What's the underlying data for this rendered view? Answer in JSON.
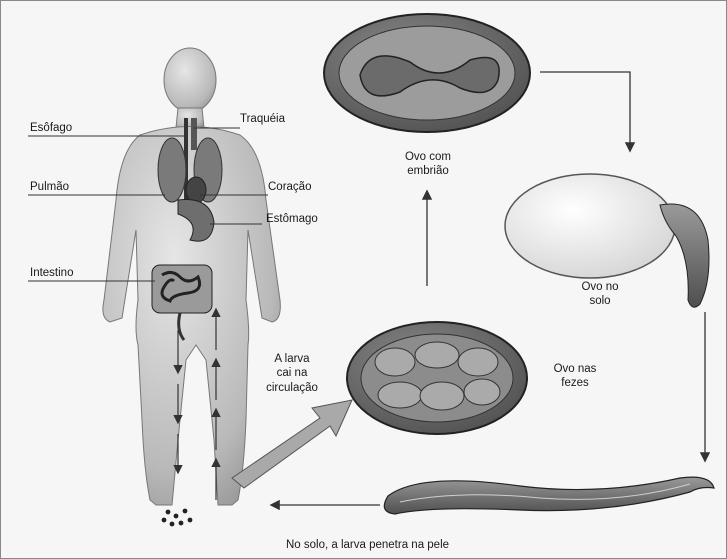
{
  "labels": {
    "esofago": "Esôfago",
    "traqueia": "Traquéia",
    "pulmao": "Pulmão",
    "coracao": "Coração",
    "estomago": "Estômago",
    "intestino": "Intestino",
    "ovo_embriao_1": "Ovo com",
    "ovo_embriao_2": "embrião",
    "ovo_solo_1": "Ovo no",
    "ovo_solo_2": "solo",
    "ovo_fezes_1": "Ovo nas",
    "ovo_fezes_2": "fezes",
    "larva_circ_1": "A larva",
    "larva_circ_2": "cai na",
    "larva_circ_3": "circulação",
    "solo_larva": "No solo, a larva penetra na pele"
  }
}
